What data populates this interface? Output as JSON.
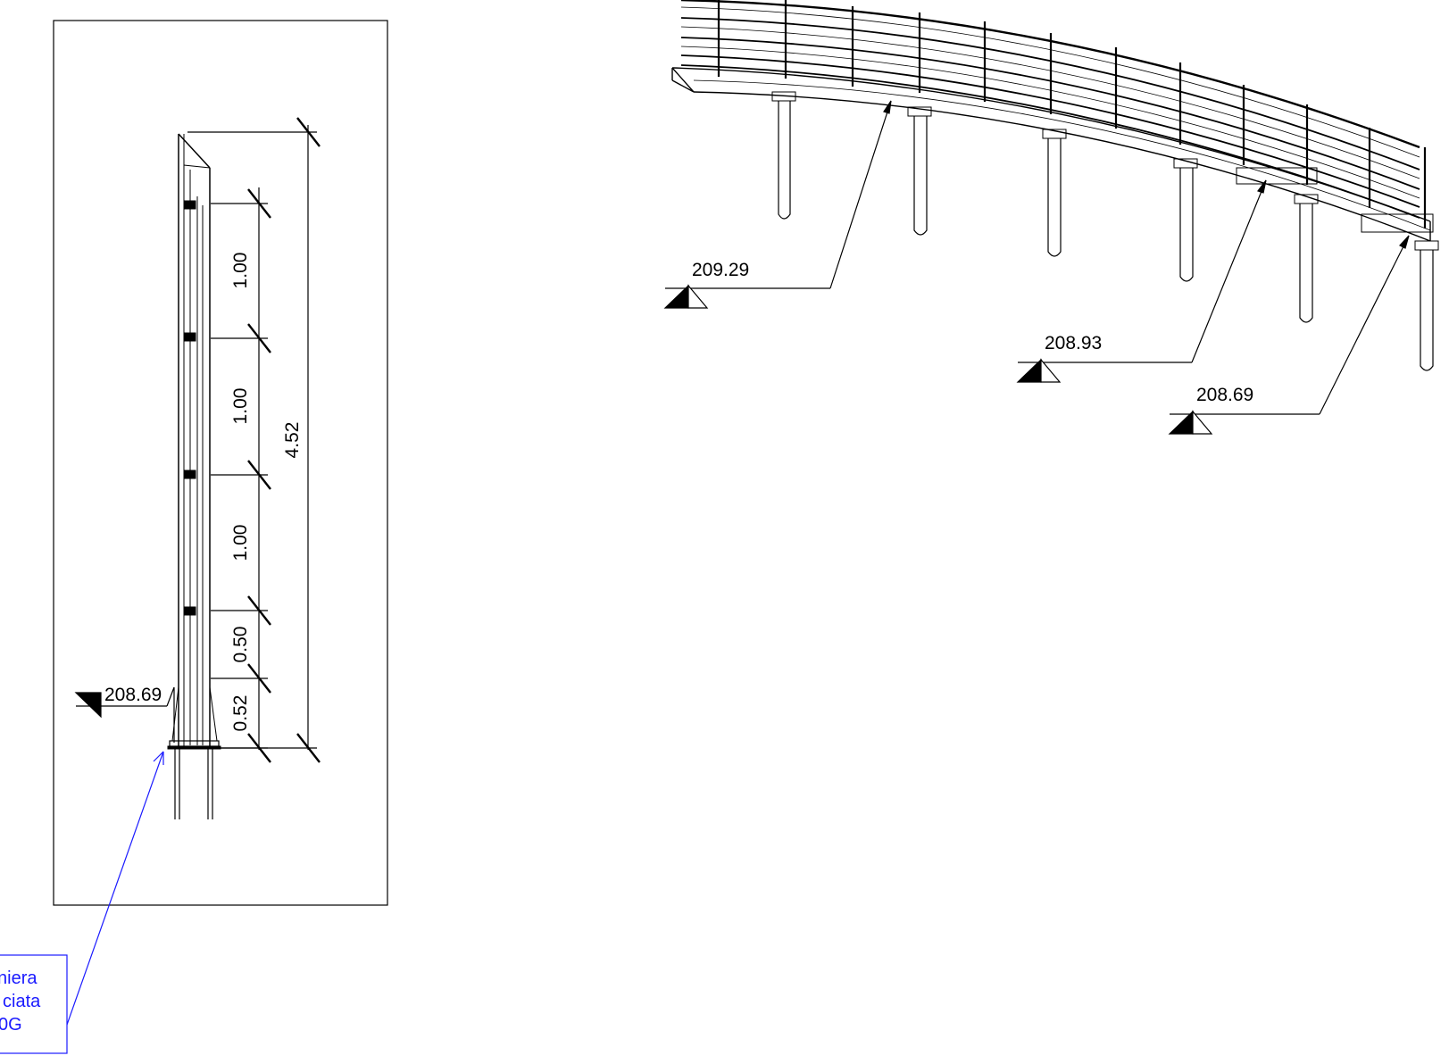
{
  "colors": {
    "line": "#000000",
    "annotation": "#1a1aff",
    "background": "#ffffff"
  },
  "section_view": {
    "dimensions": [
      "1.00",
      "1.00",
      "1.00",
      "0.50",
      "0.52"
    ],
    "total_height": "4.52",
    "base_elevation": "208.69"
  },
  "elevations": [
    "209.29",
    "208.93",
    "208.69"
  ],
  "callout": {
    "lines": [
      "niera",
      "ciata",
      "0G"
    ]
  }
}
